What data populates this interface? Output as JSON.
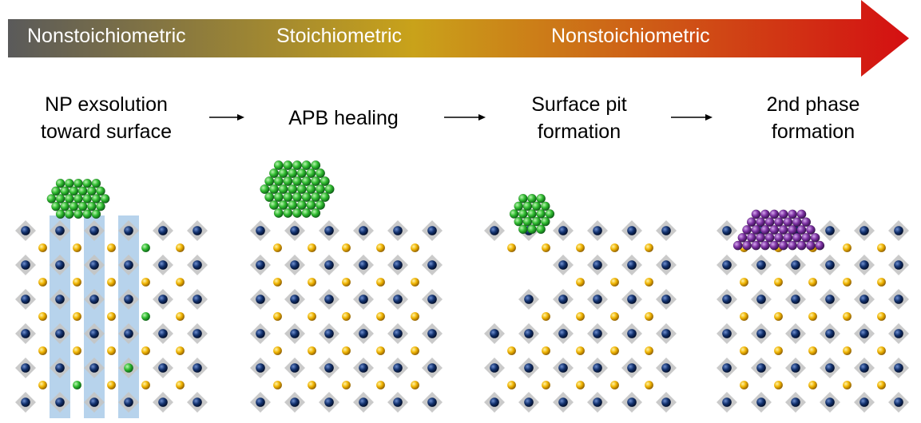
{
  "colors": {
    "arrow_start": "#5a5a5a",
    "arrow_mid": "#c9a21a",
    "arrow_end": "#d40f12",
    "tile": "#c4c4c4",
    "b_site": "#13326e",
    "a_site": "#f0b400",
    "exsolved_metal": "#2fba2f",
    "second_phase": "#7a2fa0",
    "apb_band": "#9fc4e6"
  },
  "header_arrow": {
    "phases": [
      "Nonstoichiometric",
      "Stoichiometric",
      "Nonstoichiometric"
    ]
  },
  "stages": [
    {
      "line1": "NP exsolution",
      "line2": "toward surface"
    },
    {
      "line1": "APB healing",
      "line2": ""
    },
    {
      "line1": "Surface pit",
      "line2": "formation"
    },
    {
      "line1": "2nd phase",
      "line2": "formation"
    }
  ],
  "connector_icon": "right-arrow-icon"
}
